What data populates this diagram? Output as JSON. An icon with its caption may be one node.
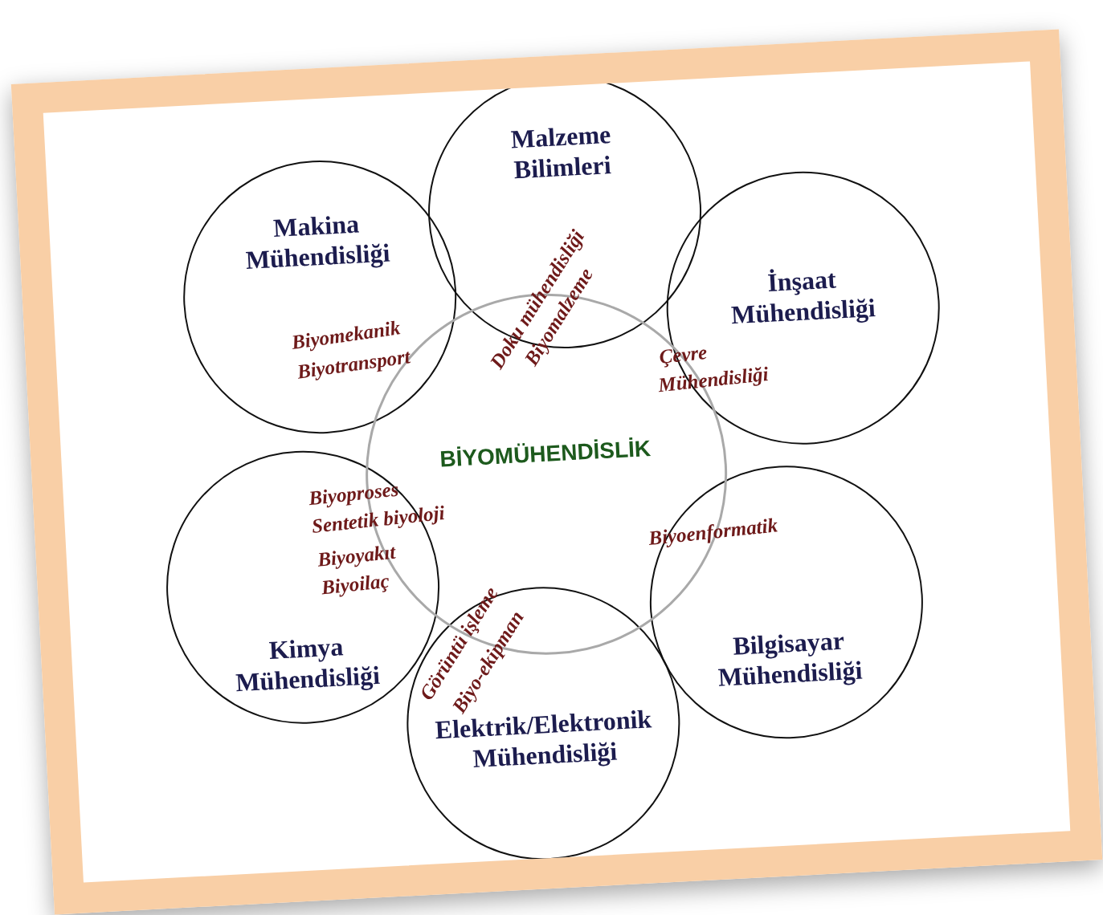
{
  "diagram": {
    "nodes": [
      {
        "text": [
          "BİYOMÜHENDİSLİK"
        ]
      },
      {
        "text": [
          "Malzeme Bilimleri"
        ]
      },
      {
        "text": [
          "Makina Mühendisliği"
        ]
      },
      {
        "text": [
          "İnşaat Mühendisliği"
        ]
      },
      {
        "text": [
          "Kimya Mühendisliği"
        ]
      },
      {
        "text": [
          "Bilgisayar Mühendisliği"
        ]
      },
      {
        "text": [
          "Elektrik/Elektronik Mühendisliği"
        ]
      }
    ],
    "labels": [
      "Doku mühendisliği",
      "Biyomalzeme",
      "Biyomekanik",
      "Biyotransport",
      "Çevre",
      "Mühendisliği",
      "Biyoproses",
      "Sentetik biyoloji",
      "Biyoyakıt",
      "Biyoilaç",
      "Biyoenformatik",
      "Görüntü işleme",
      "Biyo-ekipman"
    ]
  }
}
